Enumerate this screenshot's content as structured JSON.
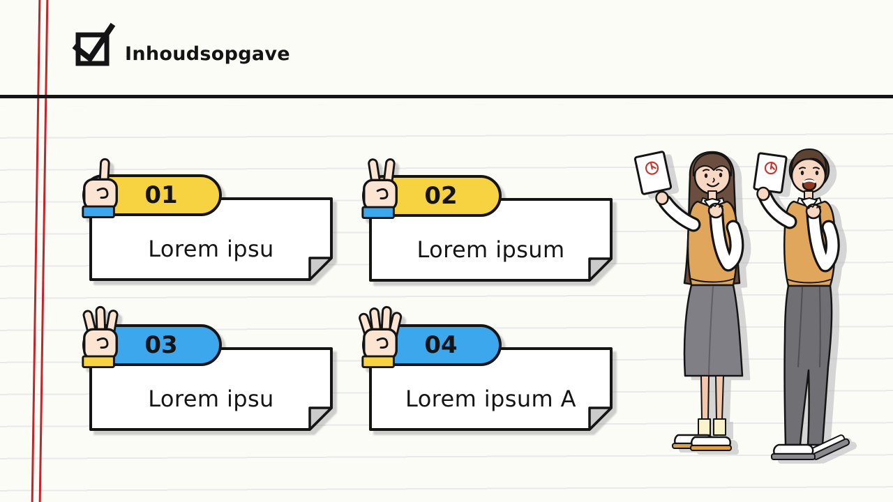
{
  "header": {
    "title": "Inhoudsopgave",
    "icon": "checkbox-checked-icon"
  },
  "cards": [
    {
      "number": "01",
      "label": "Lorem ipsu",
      "pill_color": "#F7D341",
      "wrist_color": "#3DA7EE",
      "fingers": 1,
      "hand_icon": "hand-one-finger-icon"
    },
    {
      "number": "02",
      "label": "Lorem ipsum",
      "pill_color": "#F7D341",
      "wrist_color": "#3DA7EE",
      "fingers": 2,
      "hand_icon": "hand-two-fingers-icon"
    },
    {
      "number": "03",
      "label": "Lorem ipsu",
      "pill_color": "#3DA7EE",
      "wrist_color": "#F7D341",
      "fingers": 3,
      "hand_icon": "hand-three-fingers-icon"
    },
    {
      "number": "04",
      "label": "Lorem ipsum A",
      "pill_color": "#3DA7EE",
      "wrist_color": "#F7D341",
      "fingers": 4,
      "hand_icon": "hand-four-fingers-icon"
    }
  ],
  "illustration": {
    "left_figure": "female-student-holding-ballot-card",
    "right_figure": "male-student-holding-ballot-card",
    "card_symbol": "red-ballot-stamp-icon"
  },
  "colors": {
    "paper": "#FCFCF7",
    "ruled_line": "#E9E9EB",
    "margin_red": "#C2262D",
    "ink": "#141414",
    "yellow": "#F7D341",
    "blue": "#3DA7EE",
    "fold_gray": "#CBCBCB",
    "hand_skin": "#FBE5D2",
    "face_skin": "#F8D7C3",
    "vest_tan": "#DFA65C",
    "skirt_gray": "#7F7F85",
    "pants_gray": "#6F6F74",
    "sock_yellow": "#FAF3CC",
    "sole_tan": "#D9A050",
    "ballot_red": "#C43A33"
  }
}
